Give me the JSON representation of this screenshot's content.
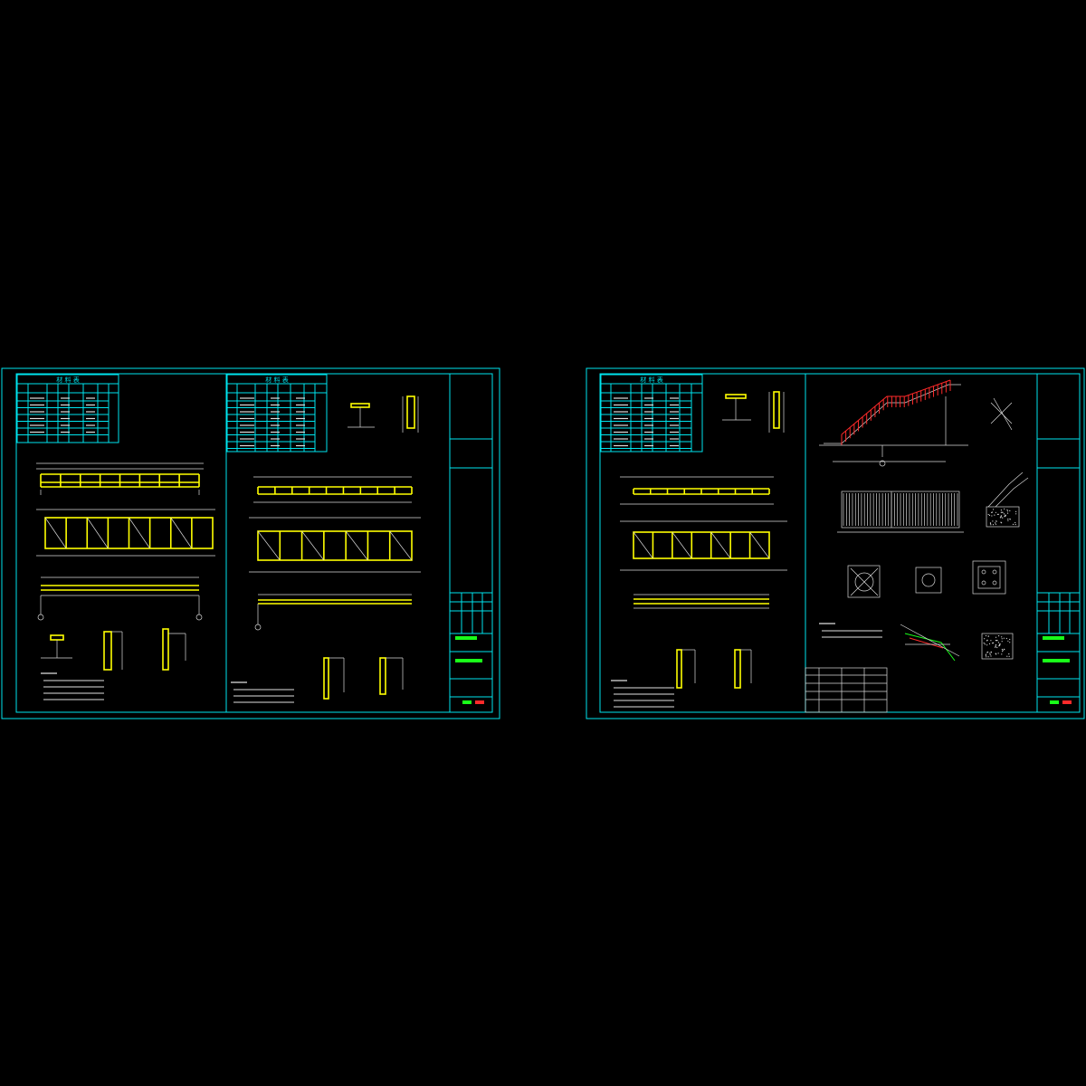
{
  "colors": {
    "background": "#000000",
    "frame": "#00e5ee",
    "lines": "#d8d8d8",
    "members": "#ffff00",
    "handrail": "#ff2a2a",
    "stamp": "#19ff19"
  },
  "sheets": [
    {
      "tables": [
        {
          "title": "材 料 表"
        },
        {
          "title": "材 料 表"
        }
      ]
    },
    {
      "tables": [
        {
          "title": "材 料 表"
        }
      ]
    }
  ]
}
